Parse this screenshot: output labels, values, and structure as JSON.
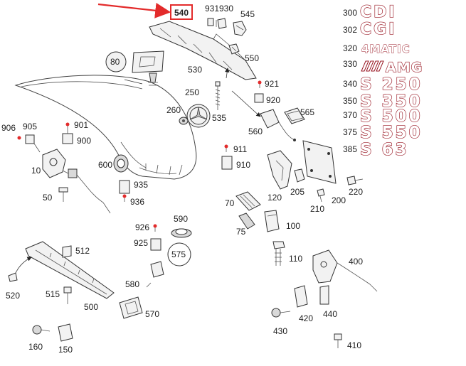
{
  "highlight": {
    "part": "540",
    "color": "#e32b2b"
  },
  "callouts": {
    "c10": "10",
    "c50": "50",
    "c70": "70",
    "c75": "75",
    "c80": "80",
    "c100": "100",
    "c110": "110",
    "c120": "120",
    "c150": "150",
    "c160": "160",
    "c200": "200",
    "c205": "205",
    "c210": "210",
    "c220": "220",
    "c250": "250",
    "c260": "260",
    "c400": "400",
    "c410": "410",
    "c420": "420",
    "c430": "430",
    "c440": "440",
    "c500": "500",
    "c512": "512",
    "c515": "515",
    "c520": "520",
    "c530": "530",
    "c535": "535",
    "c545": "545",
    "c550": "550",
    "c560": "560",
    "c565": "565",
    "c570": "570",
    "c575": "575",
    "c580": "580",
    "c590": "590",
    "c600": "600",
    "c900": "900",
    "c901": "901",
    "c905": "905",
    "c906": "906",
    "c910": "910",
    "c911": "911",
    "c920": "920",
    "c921": "921",
    "c925": "925",
    "c926": "926",
    "c930": "930",
    "c931": "931",
    "c935": "935",
    "c936": "936"
  },
  "badges": [
    {
      "part": "300",
      "text": "CDI"
    },
    {
      "part": "302",
      "text": "CGI"
    },
    {
      "part": "320",
      "text": "4MATIC"
    },
    {
      "part": "330",
      "text": "AMG"
    },
    {
      "part": "340",
      "text": "S 250"
    },
    {
      "part": "350",
      "text": "S 350"
    },
    {
      "part": "370",
      "text": "S 500"
    },
    {
      "part": "375",
      "text": "S 550"
    },
    {
      "part": "385",
      "text": "S 63"
    }
  ],
  "badge_color": "#bb2230"
}
